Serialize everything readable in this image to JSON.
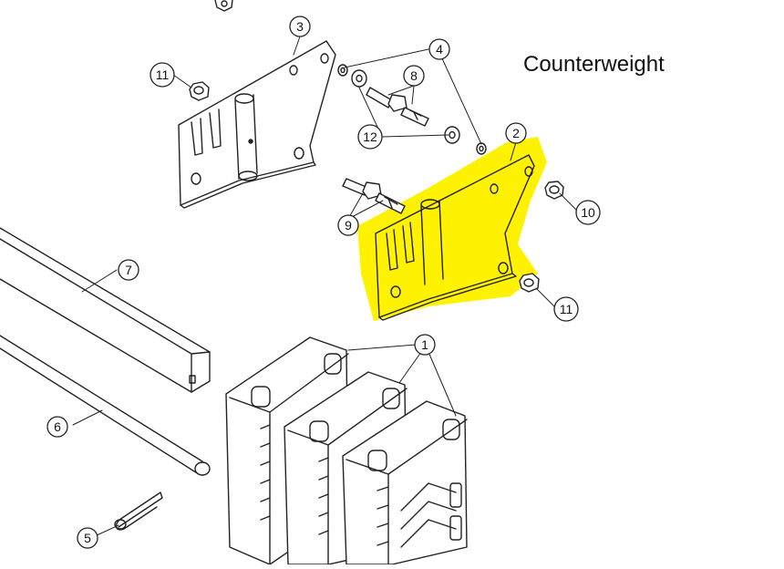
{
  "diagram": {
    "title": "Counterweight",
    "highlight_color": "#fff200",
    "line_color": "#222222",
    "callouts": [
      {
        "id": "c1",
        "label": "1"
      },
      {
        "id": "c2",
        "label": "2"
      },
      {
        "id": "c3",
        "label": "3"
      },
      {
        "id": "c4",
        "label": "4"
      },
      {
        "id": "c5",
        "label": "5"
      },
      {
        "id": "c6",
        "label": "6"
      },
      {
        "id": "c7",
        "label": "7"
      },
      {
        "id": "c8",
        "label": "8"
      },
      {
        "id": "c9",
        "label": "9"
      },
      {
        "id": "c10",
        "label": "10"
      },
      {
        "id": "c11a",
        "label": "11"
      },
      {
        "id": "c11b",
        "label": "11"
      },
      {
        "id": "c12",
        "label": "12"
      }
    ]
  }
}
